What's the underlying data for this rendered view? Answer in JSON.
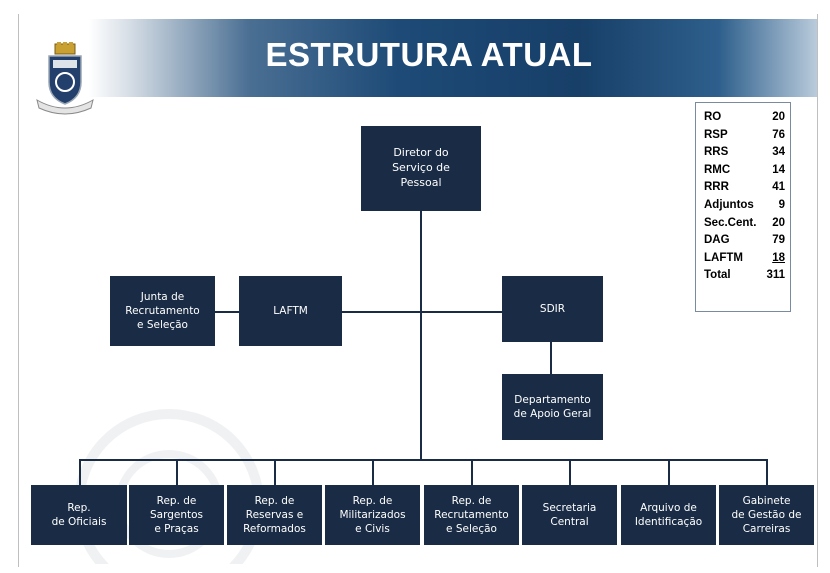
{
  "title": "ESTRUTURA ATUAL",
  "crest": {
    "icon": "naval-crest-icon"
  },
  "boxes": {
    "director": "Diretor do\nServiço de\nPessoal",
    "junta": "Junta de\nRecrutamento\ne Seleção",
    "laftm": "LAFTM",
    "sdir": "SDIR",
    "departamento": "Departamento\nde Apoio Geral"
  },
  "bottom_units": [
    "Rep.\nde Oficiais",
    "Rep.  de\nSargentos\ne Praças",
    "Rep. de\nReservas e\nReformados",
    "Rep. de\nMilitarizados\ne Civis",
    "Rep. de\nRecrutamento\ne Seleção",
    "Secretaria\nCentral",
    "Arquivo de\nIdentificação",
    "Gabinete\nde Gestão de\nCarreiras"
  ],
  "stats": [
    {
      "label": "RO",
      "value": "20"
    },
    {
      "label": "RSP",
      "value": "76"
    },
    {
      "label": "RRS",
      "value": "34"
    },
    {
      "label": "RMC",
      "value": "14"
    },
    {
      "label": "RRR",
      "value": "41"
    },
    {
      "label": "Adjuntos",
      "value": "9"
    },
    {
      "label": "Sec.Cent.",
      "value": "20"
    },
    {
      "label": "DAG",
      "value": "79"
    },
    {
      "label": "LAFTM",
      "value": "18",
      "underline": true
    },
    {
      "label": "Total",
      "value": "311"
    }
  ],
  "colors": {
    "box": "#1a2c45",
    "header": "#1d4a77",
    "title": "#ffffff",
    "stats_border": "#7a8ba0"
  }
}
